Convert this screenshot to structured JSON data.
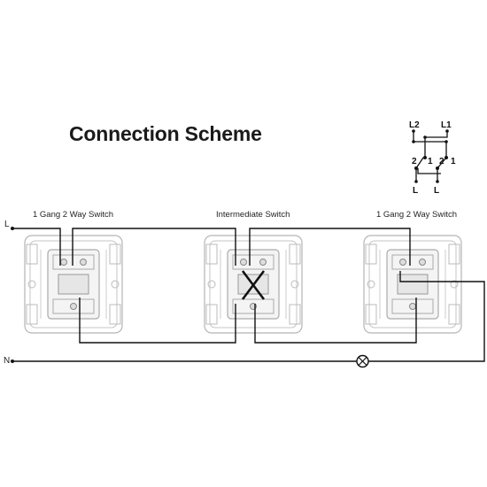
{
  "diagram": {
    "title": "Connection Scheme",
    "line_label_L": "L",
    "line_label_N": "N",
    "switches": [
      {
        "label": "1 Gang 2 Way Switch"
      },
      {
        "label": "Intermediate Switch"
      },
      {
        "label": "1 Gang 2 Way Switch"
      }
    ],
    "legend": {
      "top_left": "L2",
      "top_right": "L1",
      "terminal_labels": [
        "2",
        "1",
        "2",
        "1"
      ],
      "bottom_left": "L",
      "bottom_right": "L"
    }
  }
}
